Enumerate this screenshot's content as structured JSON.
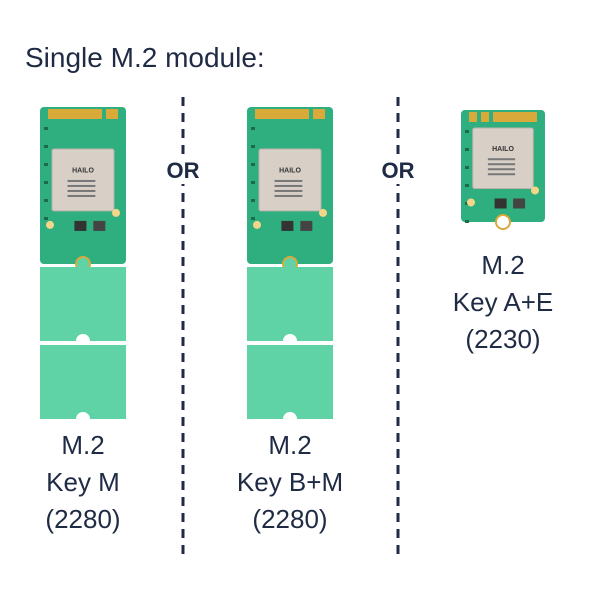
{
  "title": "Single M.2 module:",
  "separator_text": "OR",
  "modules": [
    {
      "line1": "M.2",
      "line2": "Key M",
      "line3": "(2280)",
      "chip_brand": "HAILO"
    },
    {
      "line1": "M.2",
      "line2": "Key B+M",
      "line3": "(2280)",
      "chip_brand": "HAILO"
    },
    {
      "line1": "M.2",
      "line2": "Key A+E",
      "line3": "(2230)",
      "chip_brand": "HAILO"
    }
  ],
  "colors": {
    "text": "#1f2a44",
    "pcb": "#2fae7f",
    "pcb_extension": "#5fd3a5",
    "chip": "#d8cfc7",
    "gold": "#d9a93a"
  }
}
